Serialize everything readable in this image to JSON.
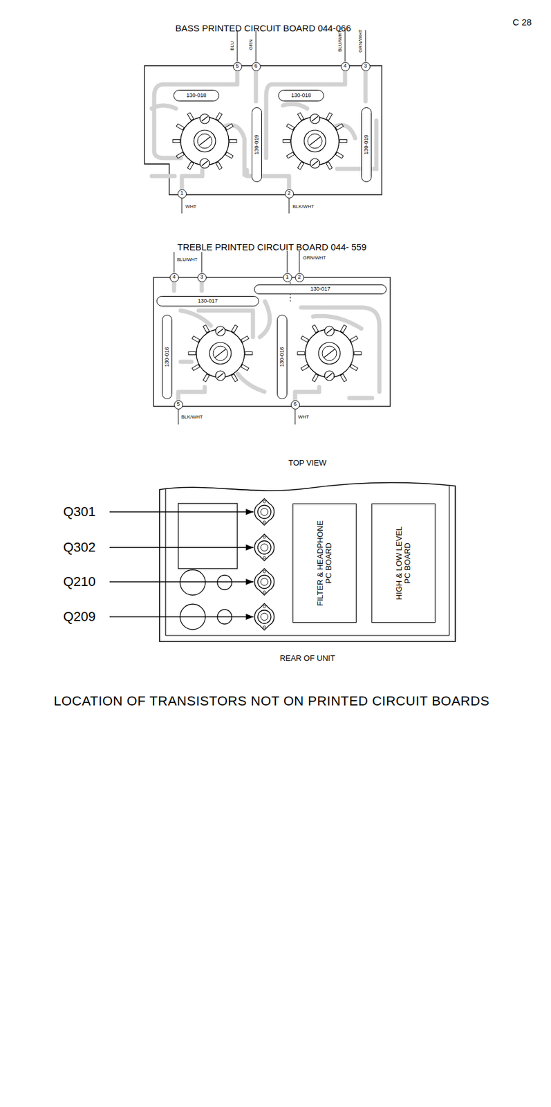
{
  "diagram": {
    "caption": "LOCATION OF TRANSISTORS NOT ON PRINTED CIRCUIT BOARDS",
    "nodes": [
      {
        "text": [
          "BASS PRINTED CIRCUIT BOARD 044-066"
        ]
      },
      {
        "text": [
          "5"
        ],
        "in": 0
      },
      {
        "text": [
          "6"
        ],
        "in": 0
      },
      {
        "text": [
          "4"
        ],
        "in": 0
      },
      {
        "text": [
          "3"
        ],
        "in": 0
      },
      {
        "text": [
          "130-018"
        ],
        "in": 0
      },
      {
        "text": [
          "130-018"
        ],
        "in": 0
      },
      {
        "text": [
          "130-019"
        ],
        "in": 0
      },
      {
        "text": [
          "130-019"
        ],
        "in": 0
      },
      {
        "text": [
          "1"
        ],
        "in": 0
      },
      {
        "text": [
          "2"
        ],
        "in": 0
      },
      {
        "text": [
          "TREBLE PRINTED CIRCUIT BOARD 044- 559"
        ]
      },
      {
        "text": [
          "4"
        ],
        "in": 11
      },
      {
        "text": [
          "3"
        ],
        "in": 11
      },
      {
        "text": [
          "1"
        ],
        "in": 11
      },
      {
        "text": [
          "2"
        ],
        "in": 11
      },
      {
        "text": [
          "130-017"
        ],
        "in": 11
      },
      {
        "text": [
          "130-017"
        ],
        "in": 11
      },
      {
        "text": [
          "130-016"
        ],
        "in": 11
      },
      {
        "text": [
          "130-016"
        ],
        "in": 11
      },
      {
        "text": [
          "5"
        ],
        "in": 11
      },
      {
        "text": [
          "6"
        ],
        "in": 11
      },
      {
        "text": [
          "TOP VIEW",
          "REAR OF UNIT"
        ]
      },
      {
        "text": [
          "FILTER & HEADPHONE PC BOARD"
        ],
        "in": 22
      },
      {
        "text": [
          "HIGH & LOW LEVEL PC BOARD"
        ],
        "in": 22
      }
    ],
    "labels": [
      "C 28",
      "BLU",
      "GRN",
      "BLU/WHT",
      "GRN/WHT",
      "WHT",
      "BLK/WHT",
      "BLU/WHT",
      "GRN/WHT",
      "BLK/WHT",
      "WHT",
      "Q301",
      "Q302",
      "Q210",
      "Q209"
    ]
  }
}
